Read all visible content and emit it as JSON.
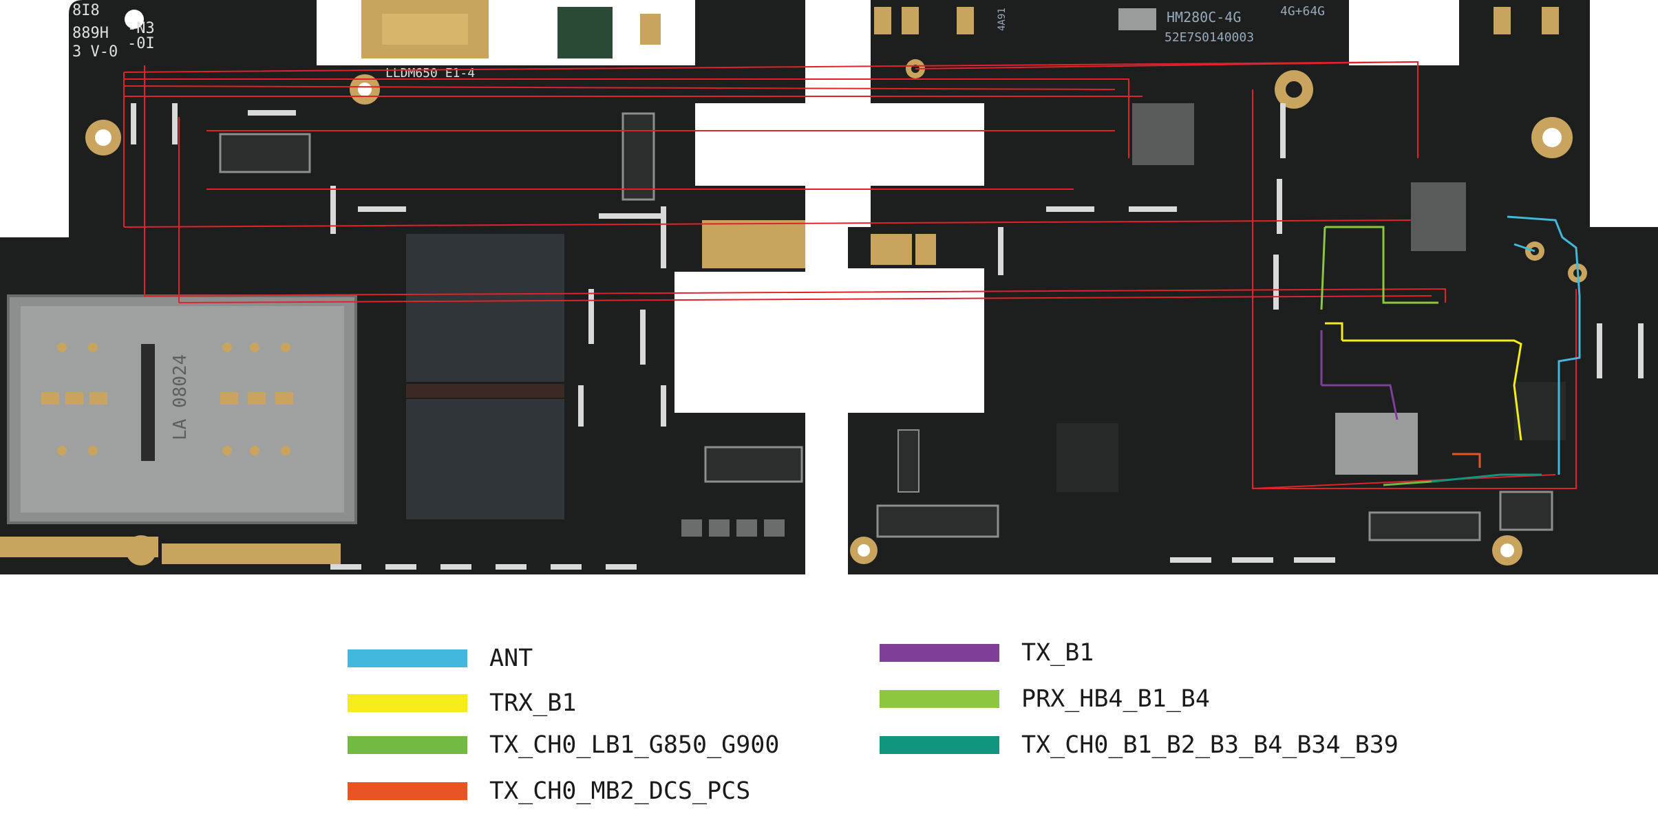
{
  "board": {
    "left_silkscreen": [
      "8I8",
      "-N3",
      "889H",
      "-0I",
      "3 V-0"
    ],
    "left_model": "LLDM650 E1-4",
    "right_model": "HM280C-4G",
    "right_capacity": "4G+64G",
    "right_code": "52E7S0140003",
    "left_chip_code": "4A91",
    "sim_tray_code": "LA 08024"
  },
  "legend": {
    "items": [
      {
        "label": "ANT",
        "color": "#41b8dc"
      },
      {
        "label": "TRX_B1",
        "color": "#f5ec19"
      },
      {
        "label": "TX_CH0_LB1_G850_G900",
        "color": "#72b942"
      },
      {
        "label": "TX_CH0_MB2_DCS_PCS",
        "color": "#e85424"
      },
      {
        "label": "TX_B1",
        "color": "#7f3f98"
      },
      {
        "label": "PRX_HB4_B1_B4",
        "color": "#8dc63f"
      },
      {
        "label": "TX_CH0_B1_B2_B3_B4_B34_B39",
        "color": "#12957f"
      }
    ]
  },
  "colors": {
    "board": "#1c1f1e",
    "gold": "#c9a45e",
    "highlight_red": "#e0232b"
  }
}
